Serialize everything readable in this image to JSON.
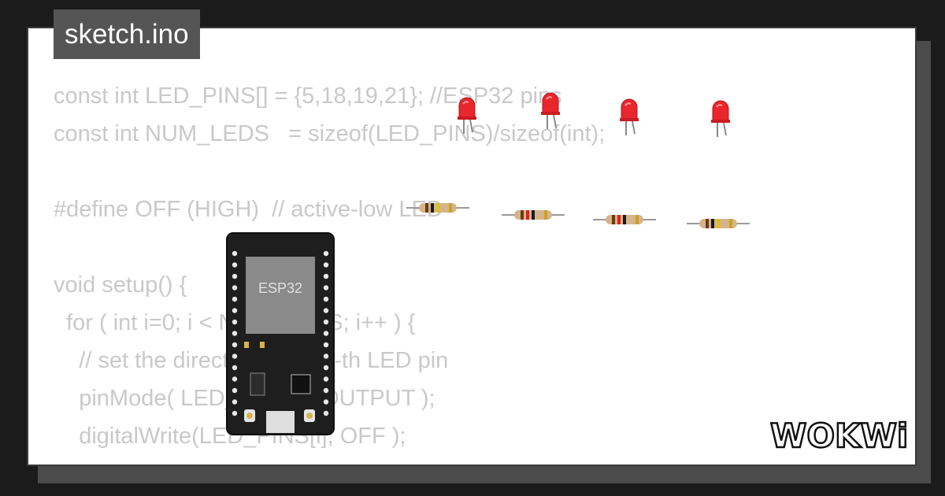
{
  "tab": {
    "filename": "sketch.ino"
  },
  "code_lines": [
    "const int LED_PINS[] = {5,18,19,21}; //ESP32 pins",
    "const int NUM_LEDS   = sizeof(LED_PINS)/sizeof(int);",
    "",
    "#define OFF (HIGH)  // active-low LED",
    "",
    "void setup() {",
    "  for ( int i=0; i < NUM_LEDS; i++ ) {",
    "    // set the direction of the i-th LED pin",
    "    pinMode( LED_PINS[i], OUTPUT );",
    "    digitalWrite(LED_PINS[i], OFF );",
    "  }"
  ],
  "board": {
    "label": "ESP32"
  },
  "leds": [
    {
      "color": "#e8262b"
    },
    {
      "color": "#e8262b"
    },
    {
      "color": "#e8262b"
    },
    {
      "color": "#e8262b"
    }
  ],
  "resistors": [
    {
      "bands": [
        "#6b3b16",
        "#1a1a1a",
        "#d9c21a"
      ]
    },
    {
      "bands": [
        "#6b3b16",
        "#e02020",
        "#1a1a1a"
      ]
    },
    {
      "bands": [
        "#6b3b16",
        "#e02020",
        "#1a1a1a"
      ]
    },
    {
      "bands": [
        "#6b3b16",
        "#1a1a1a",
        "#d9c21a"
      ]
    }
  ],
  "logo": {
    "text": "WOKWi"
  },
  "colors": {
    "background": "#1b1b1b",
    "card": "#ffffff",
    "tab": "#555555",
    "code_text": "#c9c9c9",
    "board": "#1e1e1e",
    "chip": "#8a8a8a"
  }
}
